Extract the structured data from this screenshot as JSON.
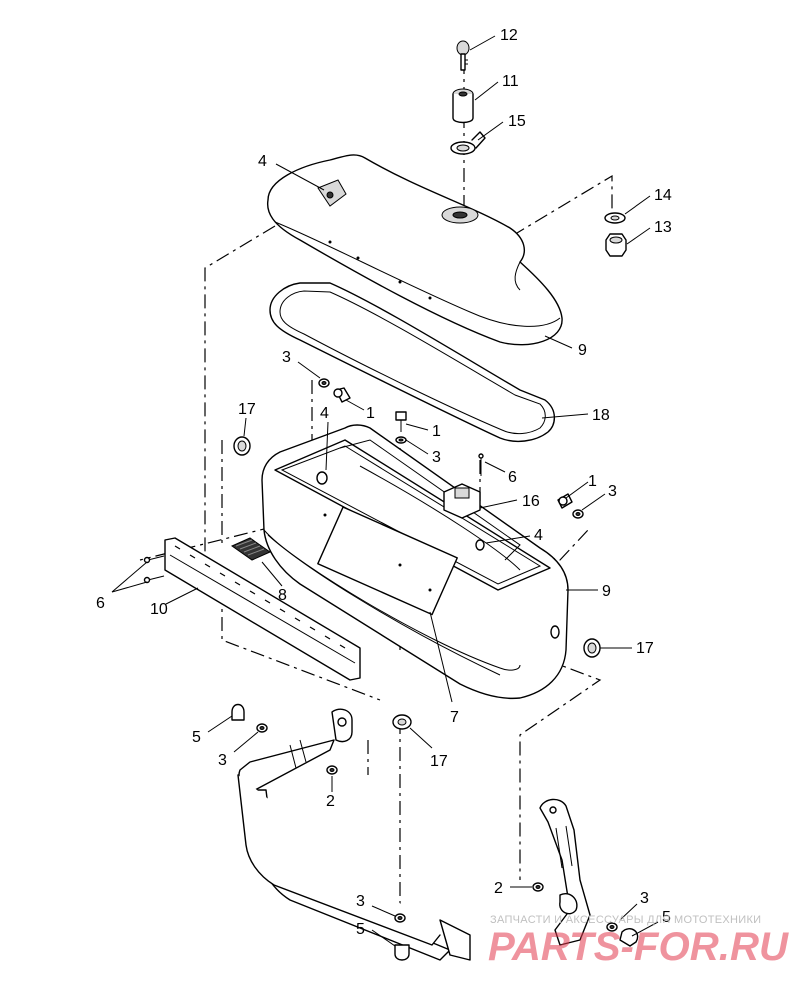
{
  "callouts": {
    "c12": "12",
    "c11": "11",
    "c15": "15",
    "c4_lid": "4",
    "c14": "14",
    "c13": "13",
    "c9_lid": "9",
    "c3_top": "3",
    "c1_top": "1",
    "c18": "18",
    "c17_left": "17",
    "c4_left": "4",
    "c1_mid": "1",
    "c3_mid": "3",
    "c6_right": "6",
    "c1_right": "1",
    "c3_right": "3",
    "c16": "16",
    "c4_right": "4",
    "c9_box": "9",
    "c17_right": "17",
    "c6_left": "6",
    "c10": "10",
    "c8": "8",
    "c7": "7",
    "c5_left": "5",
    "c3_bl": "3",
    "c17_bottom": "17",
    "c2_left": "2",
    "c2_right": "2",
    "c3_br": "3",
    "c5_br": "5",
    "c3_bottom": "3",
    "c5_bottom": "5"
  },
  "watermark": {
    "tagline": "ЗАПЧАСТИ И АКСЕССУАРЫ ДЛЯ МОТОТЕХНИКИ",
    "brand": "PARTS-FOR.RU"
  }
}
